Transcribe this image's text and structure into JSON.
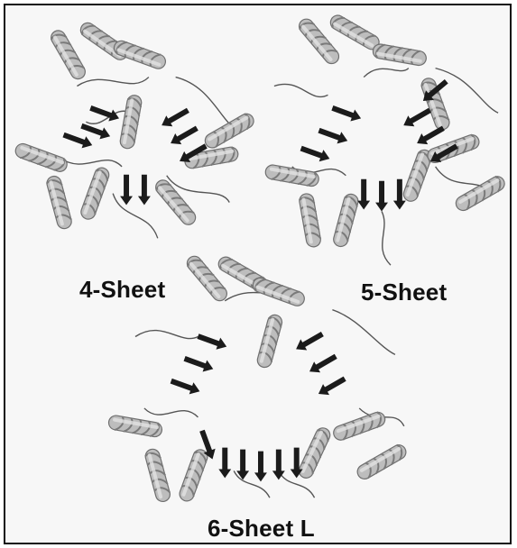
{
  "labels": {
    "four_sheet": "4-Sheet",
    "five_sheet": "5-Sheet",
    "six_sheet": "6-Sheet L"
  },
  "colors": {
    "helix": "#c9c9c9",
    "helix_edge": "#6f6f6f",
    "strand": "#1b1b1b",
    "loop": "#555555",
    "background": "#f7f7f7",
    "frame": "#111111"
  }
}
